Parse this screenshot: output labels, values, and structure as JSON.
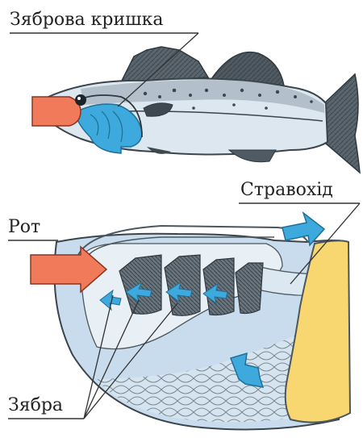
{
  "labels": {
    "gill_cover": "Зяброва кришка",
    "esophagus": "Стравохід",
    "mouth": "Рот",
    "gills": "Зябра"
  },
  "colors": {
    "arrow_red": "#f07a5a",
    "water_blue": "#3da9dc",
    "body_light": "#dbe6ee",
    "fin_grey": "#4f5a63",
    "cut_yellow": "#f8d670",
    "gill_dark": "#5e6870",
    "inner_blue": "#c9dced"
  }
}
